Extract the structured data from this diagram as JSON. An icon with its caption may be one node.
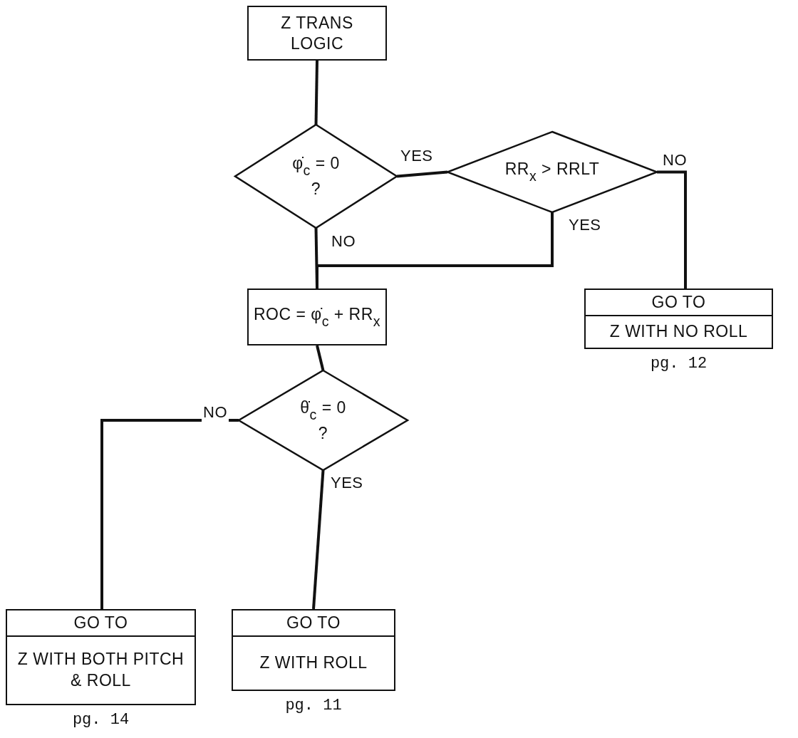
{
  "diagram": {
    "nodes": [
      {
        "text": [
          "Z TRANS LOGIC"
        ]
      },
      {
        "text": [
          "φ̇$_{c}$ = 0",
          "?"
        ]
      },
      {
        "text": [
          "RR$_{x}$ > RRLT"
        ]
      },
      {
        "text": [
          "ROC = φ̇$_{c}$ + RR$_{x}$"
        ]
      },
      {
        "text": [
          "GO TO",
          "Z WITH NO ROLL"
        ],
        "beside": [
          "pg. 12"
        ]
      },
      {
        "text": [
          "θ̇$_{c}$ = 0",
          "?"
        ]
      },
      {
        "text": [
          "GO TO",
          "Z WITH BOTH PITCH & ROLL"
        ],
        "beside": [
          "pg. 14"
        ]
      },
      {
        "text": [
          "GO TO",
          "Z WITH ROLL"
        ],
        "beside": [
          "pg. 11"
        ]
      }
    ],
    "edges": [
      {
        "from": 0,
        "to": 1,
        "arrow": "none"
      },
      {
        "from": 1,
        "to": 2,
        "arrow": "none",
        "label": "YES"
      },
      {
        "from": 1,
        "to": 3,
        "arrow": "none",
        "label": "NO"
      },
      {
        "from": 2,
        "to": 3,
        "arrow": "none",
        "label": "YES"
      },
      {
        "from": 2,
        "to": 4,
        "arrow": "none",
        "label": "NO"
      },
      {
        "from": 3,
        "to": 5,
        "arrow": "none"
      },
      {
        "from": 5,
        "to": 6,
        "arrow": "none",
        "label": "NO"
      },
      {
        "from": 5,
        "to": 7,
        "arrow": "none",
        "label": "YES"
      }
    ]
  }
}
